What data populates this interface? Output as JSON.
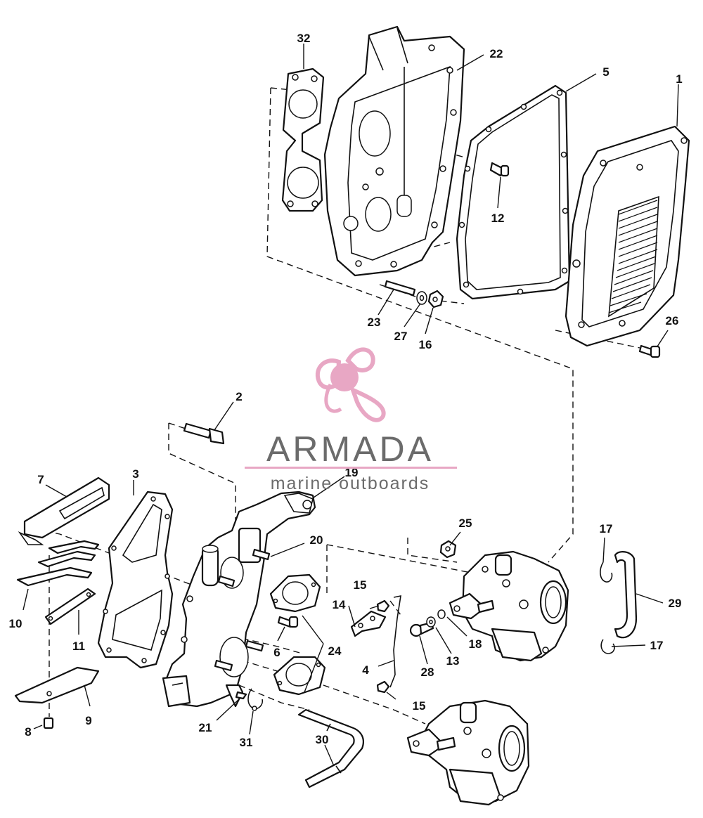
{
  "watermark": {
    "brand": "ARMADA",
    "tagline": "marine outboards",
    "logo_icon": "propeller-logo-icon",
    "colors": {
      "text": "#6b6b6b",
      "accent": "#e8a7c4",
      "accent_dark": "#d98ab0"
    }
  },
  "callouts": [
    "1",
    "2",
    "3",
    "4",
    "5",
    "6",
    "7",
    "8",
    "9",
    "10",
    "11",
    "12",
    "13",
    "14",
    "15",
    "16",
    "17",
    "18",
    "19",
    "20",
    "21",
    "22",
    "23",
    "24",
    "25",
    "26",
    "27",
    "28",
    "29",
    "30",
    "31",
    "32"
  ],
  "line_color": "#111111",
  "background": "#ffffff"
}
